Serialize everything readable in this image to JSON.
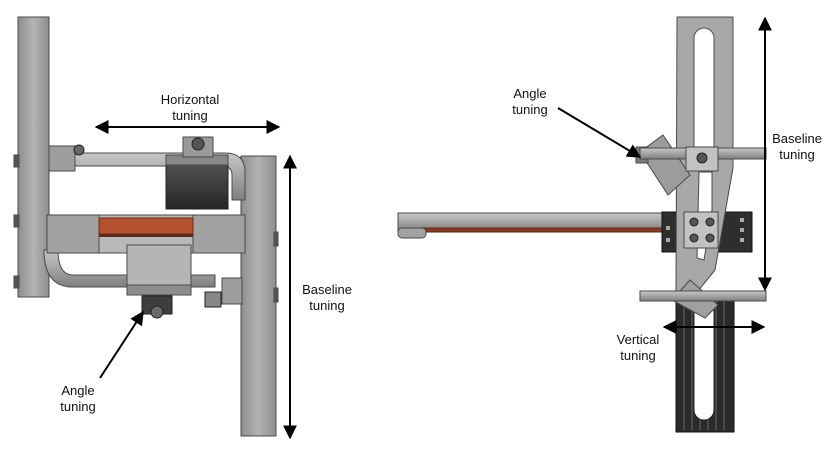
{
  "labels": {
    "left_horizontal": [
      "Horizontal",
      "tuning"
    ],
    "left_baseline": [
      "Baseline",
      "tuning"
    ],
    "left_angle": [
      "Angle",
      "tuning"
    ],
    "right_angle": [
      "Angle",
      "tuning"
    ],
    "right_baseline": [
      "Baseline",
      "tuning"
    ],
    "right_vertical": [
      "Vertical",
      "tuning"
    ]
  },
  "colors": {
    "metal": "#a9a9a9",
    "metal_dark": "#7d7d7d",
    "metal_light": "#cfcfcf",
    "outline": "#4a4a4a",
    "copper": "#b5502e",
    "dark_block": "#3a3a3a",
    "arrow": "#000000"
  }
}
